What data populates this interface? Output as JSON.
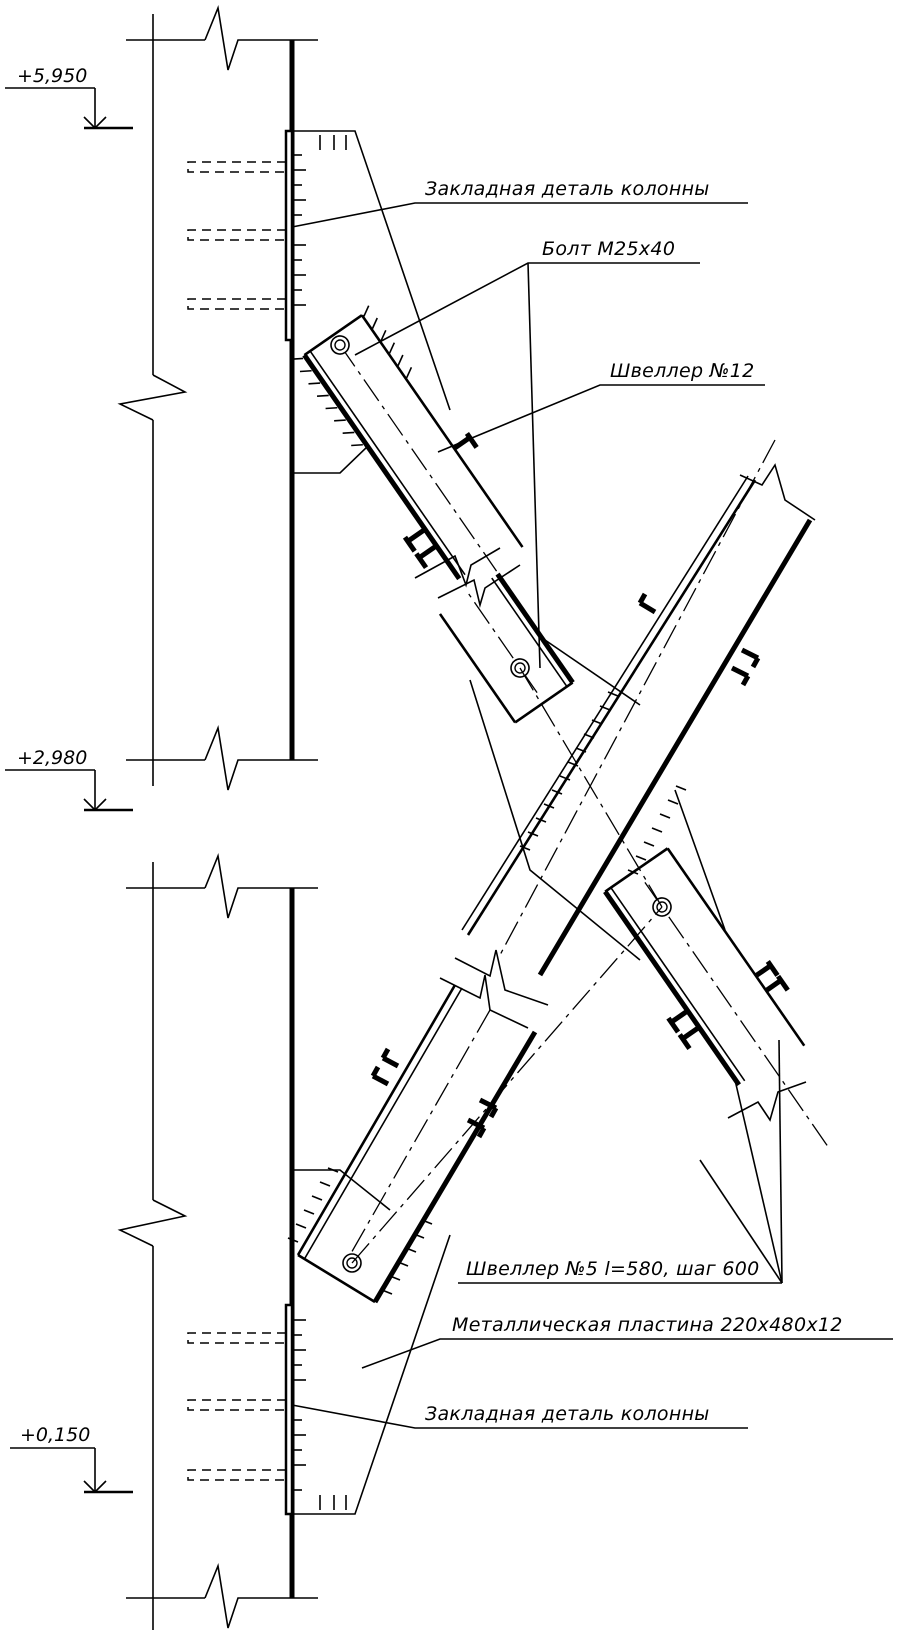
{
  "levels": {
    "top": "+5,950",
    "middle": "+2,980",
    "bottom": "+0,150"
  },
  "labels": {
    "embed_top": "Закладная деталь колонны",
    "bolt": "Болт М25х40",
    "channel12": "Швеллер №12",
    "channel5": "Швеллер №5 l=580, шаг 600",
    "plate": "Металлическая пластина 220х480х12",
    "embed_bottom": "Закладная деталь колонны"
  }
}
